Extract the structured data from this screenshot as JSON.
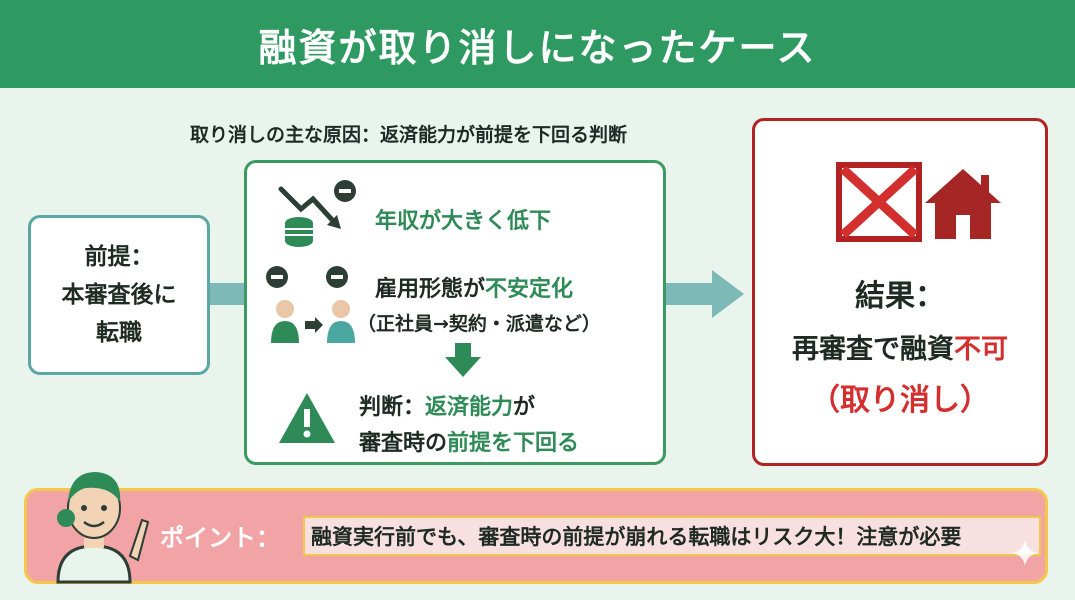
{
  "header": {
    "title": "融資が取り消しになったケース"
  },
  "subtitle": "取り消しの主な原因：返済能力が前提を下回る判断",
  "premise": {
    "line1": "前提：",
    "line2": "本審査後に",
    "line3": "転職"
  },
  "center": {
    "income_a": "年収が大きく",
    "income_b": "低下",
    "employment_a": "雇用形態が",
    "employment_b": "不安定化",
    "employment_note": "（正社員→契約・派遣など）",
    "judgment_label": "判断：",
    "judgment_a": "返済能力",
    "judgment_b": "が",
    "judgment_c": "審査時の",
    "judgment_d": "前提を下回る"
  },
  "result": {
    "line1": "結果：",
    "line2_a": "再審査で融資",
    "line2_b": "不可",
    "line3": "（取り消し）"
  },
  "footer": {
    "point_label": "ポイント：",
    "point_text": "融資実行前でも、審査時の前提が崩れる転職はリスク大！注意が必要"
  },
  "colors": {
    "header": "#2e9a62",
    "accent_green": "#2e8b57",
    "accent_red": "#d32f2f",
    "footer_bg": "#f1a3a5",
    "footer_border": "#f2c84b"
  },
  "icons": [
    "money-down-icon",
    "job-change-icon",
    "down-arrow-icon",
    "warning-icon",
    "cancel-icon",
    "house-icon",
    "person-pointing-icon",
    "sparkle-icon"
  ]
}
